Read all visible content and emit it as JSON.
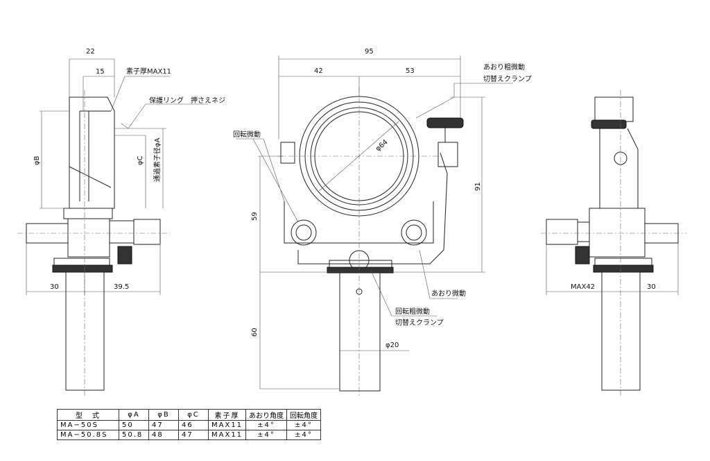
{
  "left_view": {
    "dim_22": "22",
    "dim_15": "15",
    "note_thickness": "素子厚MAX11",
    "note_ring": "保護リング　押さえネジ",
    "dim_phiB": "φB",
    "dim_phiC": "φC",
    "dim_phiA": "通過素子径φA",
    "dim_30": "30",
    "dim_39_5": "39.5"
  },
  "front_view": {
    "dim_95": "95",
    "dim_42": "42",
    "dim_53": "53",
    "note_tilt_coarse": "あおり粗微動",
    "note_tilt_clamp": "切替えクランプ",
    "note_rot_fine": "回転微動",
    "dim_phi64": "φ64",
    "dim_59": "59",
    "dim_91": "91",
    "note_tilt_fine": "あおり微動",
    "note_rot_coarse": "回転粗微動",
    "note_rot_clamp": "切替えクランプ",
    "dim_60": "60",
    "dim_phi20": "φ20"
  },
  "right_view": {
    "dim_max42": "MAX42",
    "dim_30": "30"
  },
  "spec_table": {
    "headers": [
      "型　式",
      "φA",
      "φB",
      "φC",
      "素子厚",
      "あおり角度",
      "回転角度"
    ],
    "rows": [
      [
        "MA−50S",
        "50",
        "47",
        "46",
        "MAX11",
        "±4°",
        "±4°"
      ],
      [
        "MA−50.8S",
        "50.8",
        "48",
        "47",
        "MAX11",
        "±4°",
        "±4°"
      ]
    ]
  }
}
